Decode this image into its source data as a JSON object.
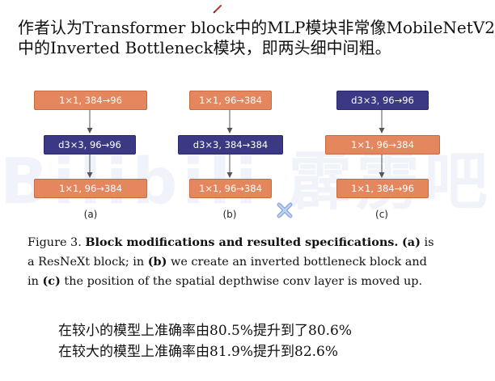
{
  "heading": {
    "line1": "作者认为Transformer block中的MLP模块非常像MobileNetV2",
    "line2": "中的Inverted Bottleneck模块，即两头细中间粗。"
  },
  "watermark": "Bilibili 霹雳吧",
  "colors": {
    "expand_layer": "#e4875e",
    "depthwise_layer": "#3b3984"
  },
  "blocks": [
    {
      "label": "(a)",
      "layers": [
        {
          "text": "1×1, 384→96",
          "kind": "conv1x1"
        },
        {
          "text": "d3×3, 96→96",
          "kind": "depthwise"
        },
        {
          "text": "1×1, 96→384",
          "kind": "conv1x1"
        }
      ]
    },
    {
      "label": "(b)",
      "layers": [
        {
          "text": "1×1, 96→384",
          "kind": "conv1x1"
        },
        {
          "text": "d3×3, 384→384",
          "kind": "depthwise"
        },
        {
          "text": "1×1, 96→384",
          "kind": "conv1x1"
        }
      ]
    },
    {
      "label": "(c)",
      "layers": [
        {
          "text": "d3×3, 96→96",
          "kind": "depthwise"
        },
        {
          "text": "1×1, 96→384",
          "kind": "conv1x1"
        },
        {
          "text": "1×1, 384→96",
          "kind": "conv1x1"
        }
      ]
    }
  ],
  "caption": {
    "fig": "Figure 3.",
    "title": "Block modifications and resulted specifications.",
    "a_ref": "(a)",
    "part1": "is",
    "part2": "a ResNeXt block; in",
    "b_ref": "(b)",
    "part3": "we create an inverted bottleneck block and",
    "part4": "in",
    "c_ref": "(c)",
    "part5": "the position of the spatial depthwise conv layer is moved up."
  },
  "results": [
    "在较小的模型上准确率由80.5%提升到了80.6%",
    "在较大的模型上准确率由81.9%提升到82.6%"
  ]
}
